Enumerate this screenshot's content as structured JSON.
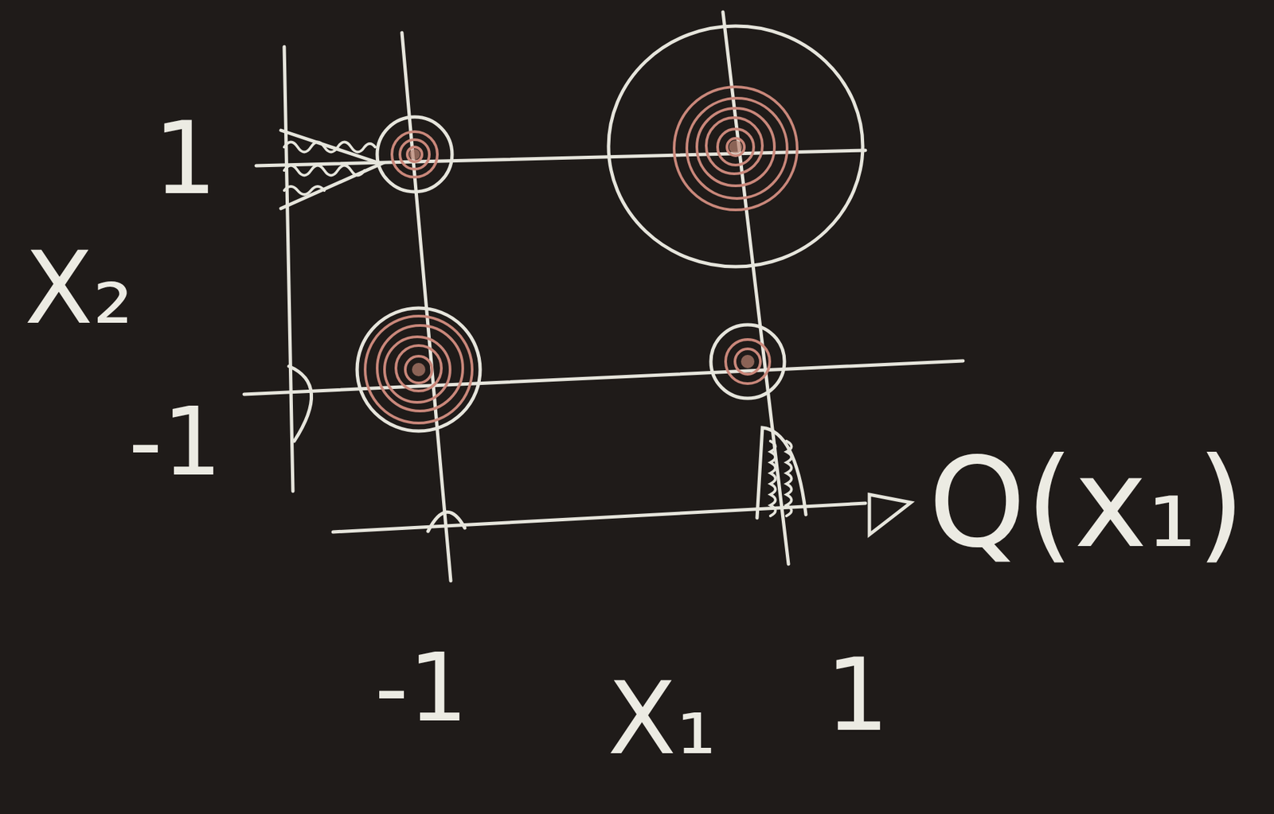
{
  "diagram": {
    "labels": [
      "1",
      "X₂",
      "-1",
      "-1",
      "X₁",
      "1",
      "Q(x₁)"
    ]
  }
}
